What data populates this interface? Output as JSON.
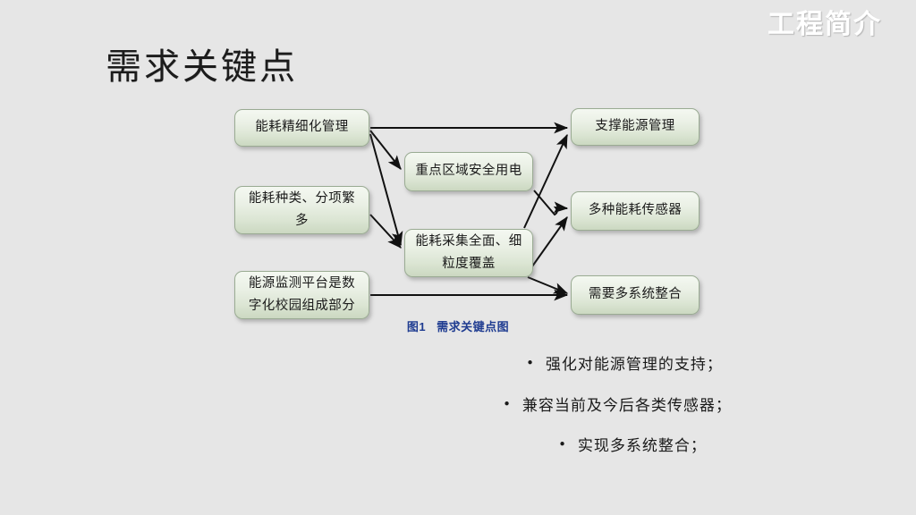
{
  "slide": {
    "background_color": "#e6e6e6",
    "header_badge": "工程简介",
    "page_title": "需求关键点"
  },
  "diagram": {
    "caption_number": "图1",
    "caption_text": "需求关键点图",
    "caption_color": "#1f3c91",
    "node_fill_top": "#f4f8f1",
    "node_fill_bottom": "#cbd8c1",
    "node_border": "#9aab93",
    "nodes": {
      "left": [
        {
          "id": "a1",
          "label": "能耗精细化管理"
        },
        {
          "id": "a2",
          "label": "能耗种类、分项繁多"
        },
        {
          "id": "a3",
          "label": "能源监测平台是数字化校园组成部分"
        }
      ],
      "middle": [
        {
          "id": "b1",
          "label": "重点区域安全用电"
        },
        {
          "id": "b2",
          "label": "能耗采集全面、细粒度覆盖"
        }
      ],
      "right": [
        {
          "id": "c1",
          "label": "支撑能源管理"
        },
        {
          "id": "c2",
          "label": "多种能耗传感器"
        },
        {
          "id": "c3",
          "label": "需要多系统整合"
        }
      ]
    },
    "edges": [
      {
        "from": "a1",
        "to": "c1"
      },
      {
        "from": "a1",
        "to": "b1"
      },
      {
        "from": "a1",
        "to": "b2"
      },
      {
        "from": "a2",
        "to": "b2"
      },
      {
        "from": "b1",
        "to": "c2"
      },
      {
        "from": "b2",
        "to": "c1"
      },
      {
        "from": "b2",
        "to": "c2"
      },
      {
        "from": "b2",
        "to": "c3"
      },
      {
        "from": "a3",
        "to": "c3"
      }
    ]
  },
  "bullets": [
    {
      "marker": "•",
      "text": "强化对能源管理的支持；"
    },
    {
      "marker": "•",
      "text": "兼容当前及今后各类传感器；"
    },
    {
      "marker": "•",
      "text": "实现多系统整合；"
    }
  ]
}
